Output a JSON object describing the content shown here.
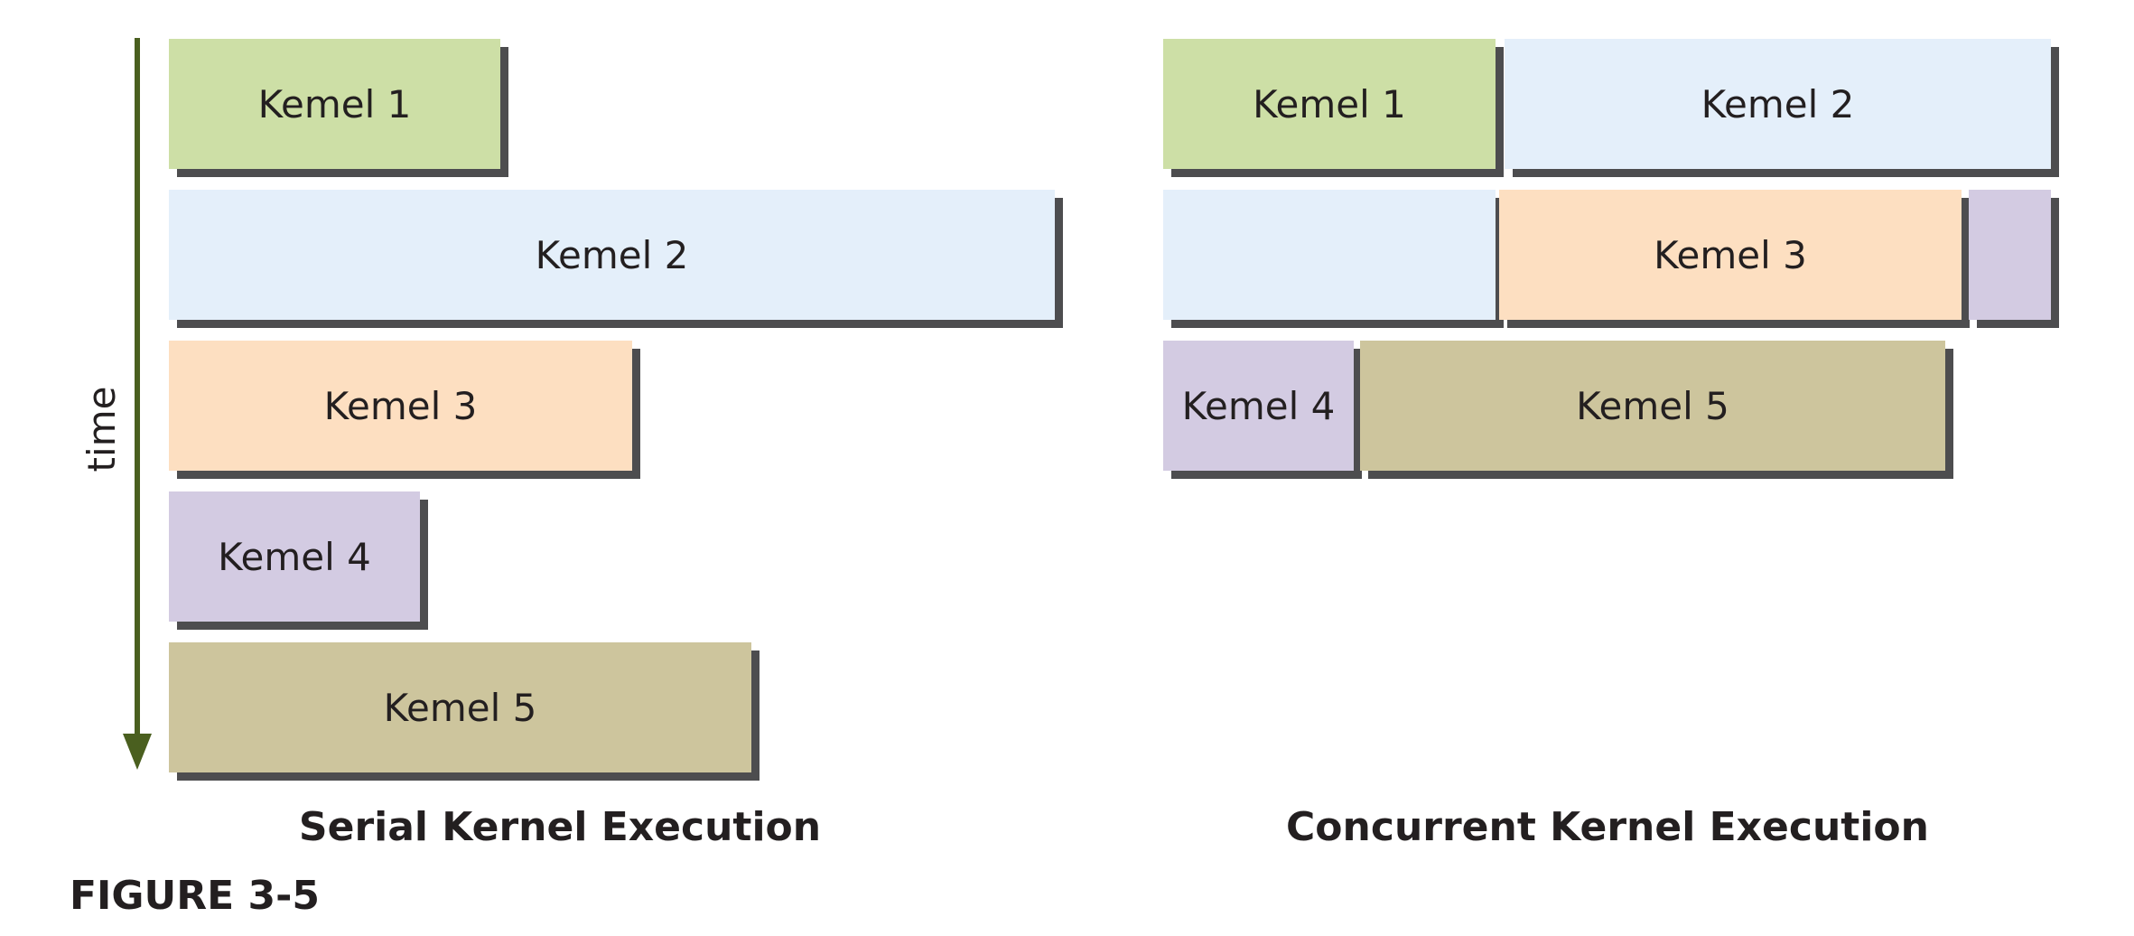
{
  "time_axis": {
    "label": "time",
    "color": "#4a5f1f"
  },
  "serial": {
    "title": "Serial Kernel Execution",
    "kernels": [
      {
        "label": "Kemel 1",
        "color": "#cddfa6"
      },
      {
        "label": "Kemel 2",
        "color": "#e4effa"
      },
      {
        "label": "Kemel 3",
        "color": "#fddfc1"
      },
      {
        "label": "Kemel 4",
        "color": "#d3cbe2"
      },
      {
        "label": "Kemel 5",
        "color": "#cdc59d"
      }
    ]
  },
  "concurrent": {
    "title": "Concurrent Kernel Execution",
    "kernels": [
      {
        "label": "Kemel 1",
        "color": "#cddfa6"
      },
      {
        "label": "Kemel 2",
        "color": "#e4effa"
      },
      {
        "label": "Kemel 3",
        "color": "#fddfc1"
      },
      {
        "label": "Kemel 4",
        "color": "#d3cbe2"
      },
      {
        "label": "Kemel 5",
        "color": "#cdc59d"
      }
    ]
  },
  "figure_label": "FIGURE 3-5",
  "shadow_color": "#4d4d4f"
}
